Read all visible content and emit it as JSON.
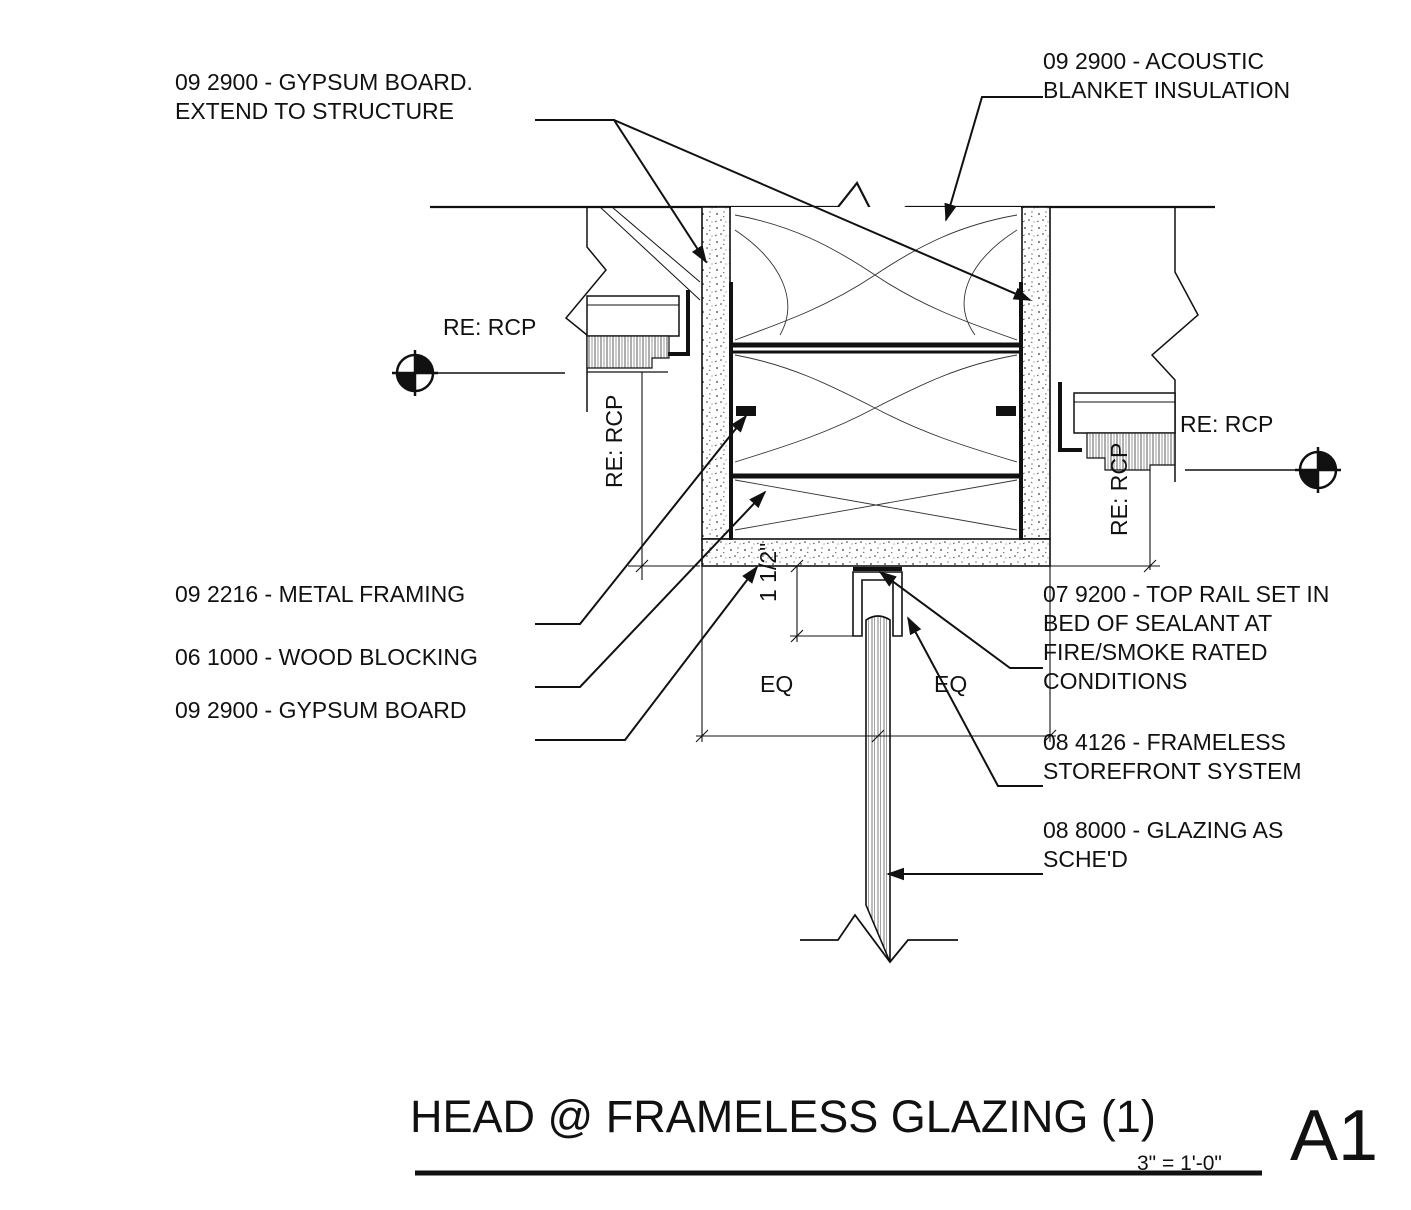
{
  "notes": {
    "gypsum_top_1": "09 2900 - GYPSUM BOARD.",
    "gypsum_top_2": "EXTEND TO STRUCTURE",
    "acoustic_1": "09 2900 - ACOUSTIC",
    "acoustic_2": "BLANKET INSULATION",
    "metal_framing": "09 2216 - METAL FRAMING",
    "wood_blocking": "06 1000 - WOOD BLOCKING",
    "gypsum_bottom": "09 2900 - GYPSUM BOARD",
    "top_rail_1": "07 9200 - TOP RAIL SET IN",
    "top_rail_2": "BED OF SEALANT AT",
    "top_rail_3": "FIRE/SMOKE RATED",
    "top_rail_4": "CONDITIONS",
    "storefront_1": "08 4126 - FRAMELESS",
    "storefront_2": "STOREFRONT SYSTEM",
    "glazing_1": "08 8000 - GLAZING AS",
    "glazing_2": "SCHE'D"
  },
  "refs": {
    "rcp_left_h": "RE: RCP",
    "rcp_left_v": "RE: RCP",
    "rcp_right_h": "RE: RCP",
    "rcp_right_v": "RE: RCP"
  },
  "dims": {
    "eq_left": "EQ",
    "eq_right": "EQ",
    "one_half": "1 1/2\""
  },
  "title_block": {
    "title": "HEAD @ FRAMELESS GLAZING (1)",
    "scale": "3\" = 1'-0\"",
    "detail_number": "A1"
  },
  "colors": {
    "ink": "#111111",
    "paper": "#ffffff"
  }
}
